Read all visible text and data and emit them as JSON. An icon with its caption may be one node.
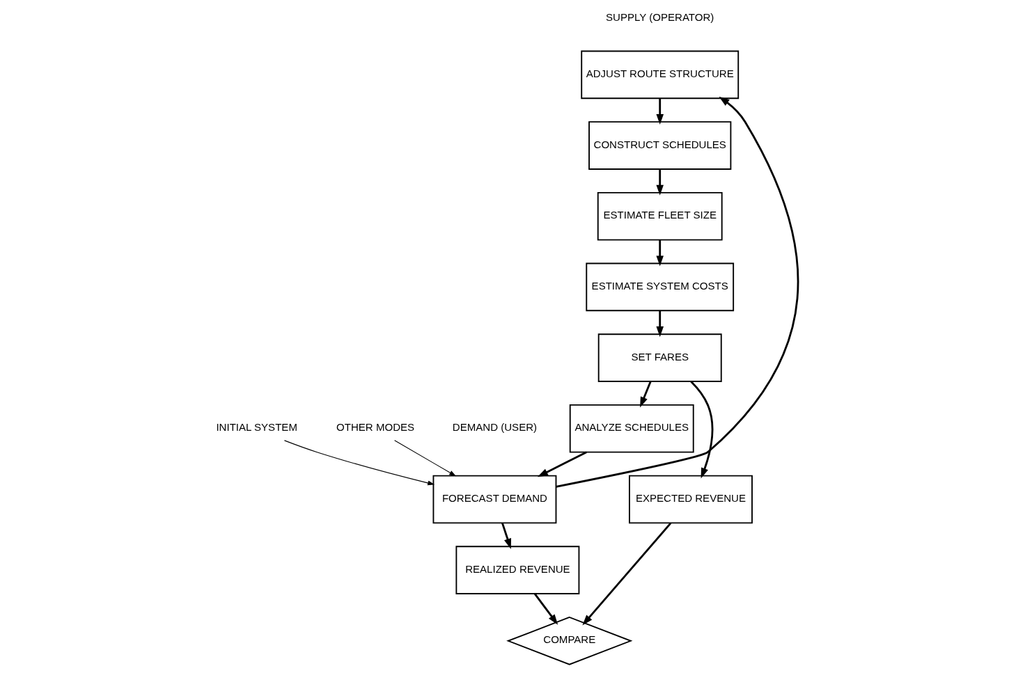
{
  "diagram": {
    "nodes": [
      {
        "text": [
          "ADJUST ROUTE STRUCTURE"
        ]
      },
      {
        "text": [
          "CONSTRUCT SCHEDULES"
        ]
      },
      {
        "text": [
          "ESTIMATE FLEET SIZE"
        ]
      },
      {
        "text": [
          "ESTIMATE SYSTEM COSTS"
        ]
      },
      {
        "text": [
          "SET FARES"
        ]
      },
      {
        "text": [
          "REALIZED REVENUE"
        ]
      },
      {
        "text": [
          "COMPARE"
        ]
      },
      {
        "text": [
          "EXPECTED REVENUE"
        ]
      },
      {
        "text": [
          "FORECAST DEMAND"
        ]
      },
      {
        "text": [
          "ANALYZE SCHEDULES"
        ]
      },
      {
        "text": [
          "INITIAL SYSTEM"
        ]
      },
      {
        "text": [
          "OTHER MODES"
        ]
      }
    ],
    "edges": [
      {
        "from": 0,
        "to": 1,
        "arrow": "to"
      },
      {
        "from": 1,
        "to": 2,
        "arrow": "to"
      },
      {
        "from": 2,
        "to": 3,
        "arrow": "to"
      },
      {
        "from": 3,
        "to": 4,
        "arrow": "to"
      },
      {
        "from": 4,
        "to": 7,
        "arrow": "to"
      },
      {
        "from": 4,
        "to": 9,
        "arrow": "to"
      },
      {
        "from": 9,
        "to": 8,
        "arrow": "to"
      },
      {
        "from": 8,
        "to": 0,
        "arrow": "to"
      },
      {
        "from": 8,
        "to": 5,
        "arrow": "to"
      },
      {
        "from": 5,
        "to": 6,
        "arrow": "to"
      },
      {
        "from": 7,
        "to": 6,
        "arrow": "to"
      },
      {
        "from": 10,
        "to": 8,
        "arrow": "to"
      },
      {
        "from": 11,
        "to": 8,
        "arrow": "to"
      }
    ],
    "labels": [
      "SUPPLY (OPERATOR)",
      "DEMAND (USER)"
    ]
  }
}
